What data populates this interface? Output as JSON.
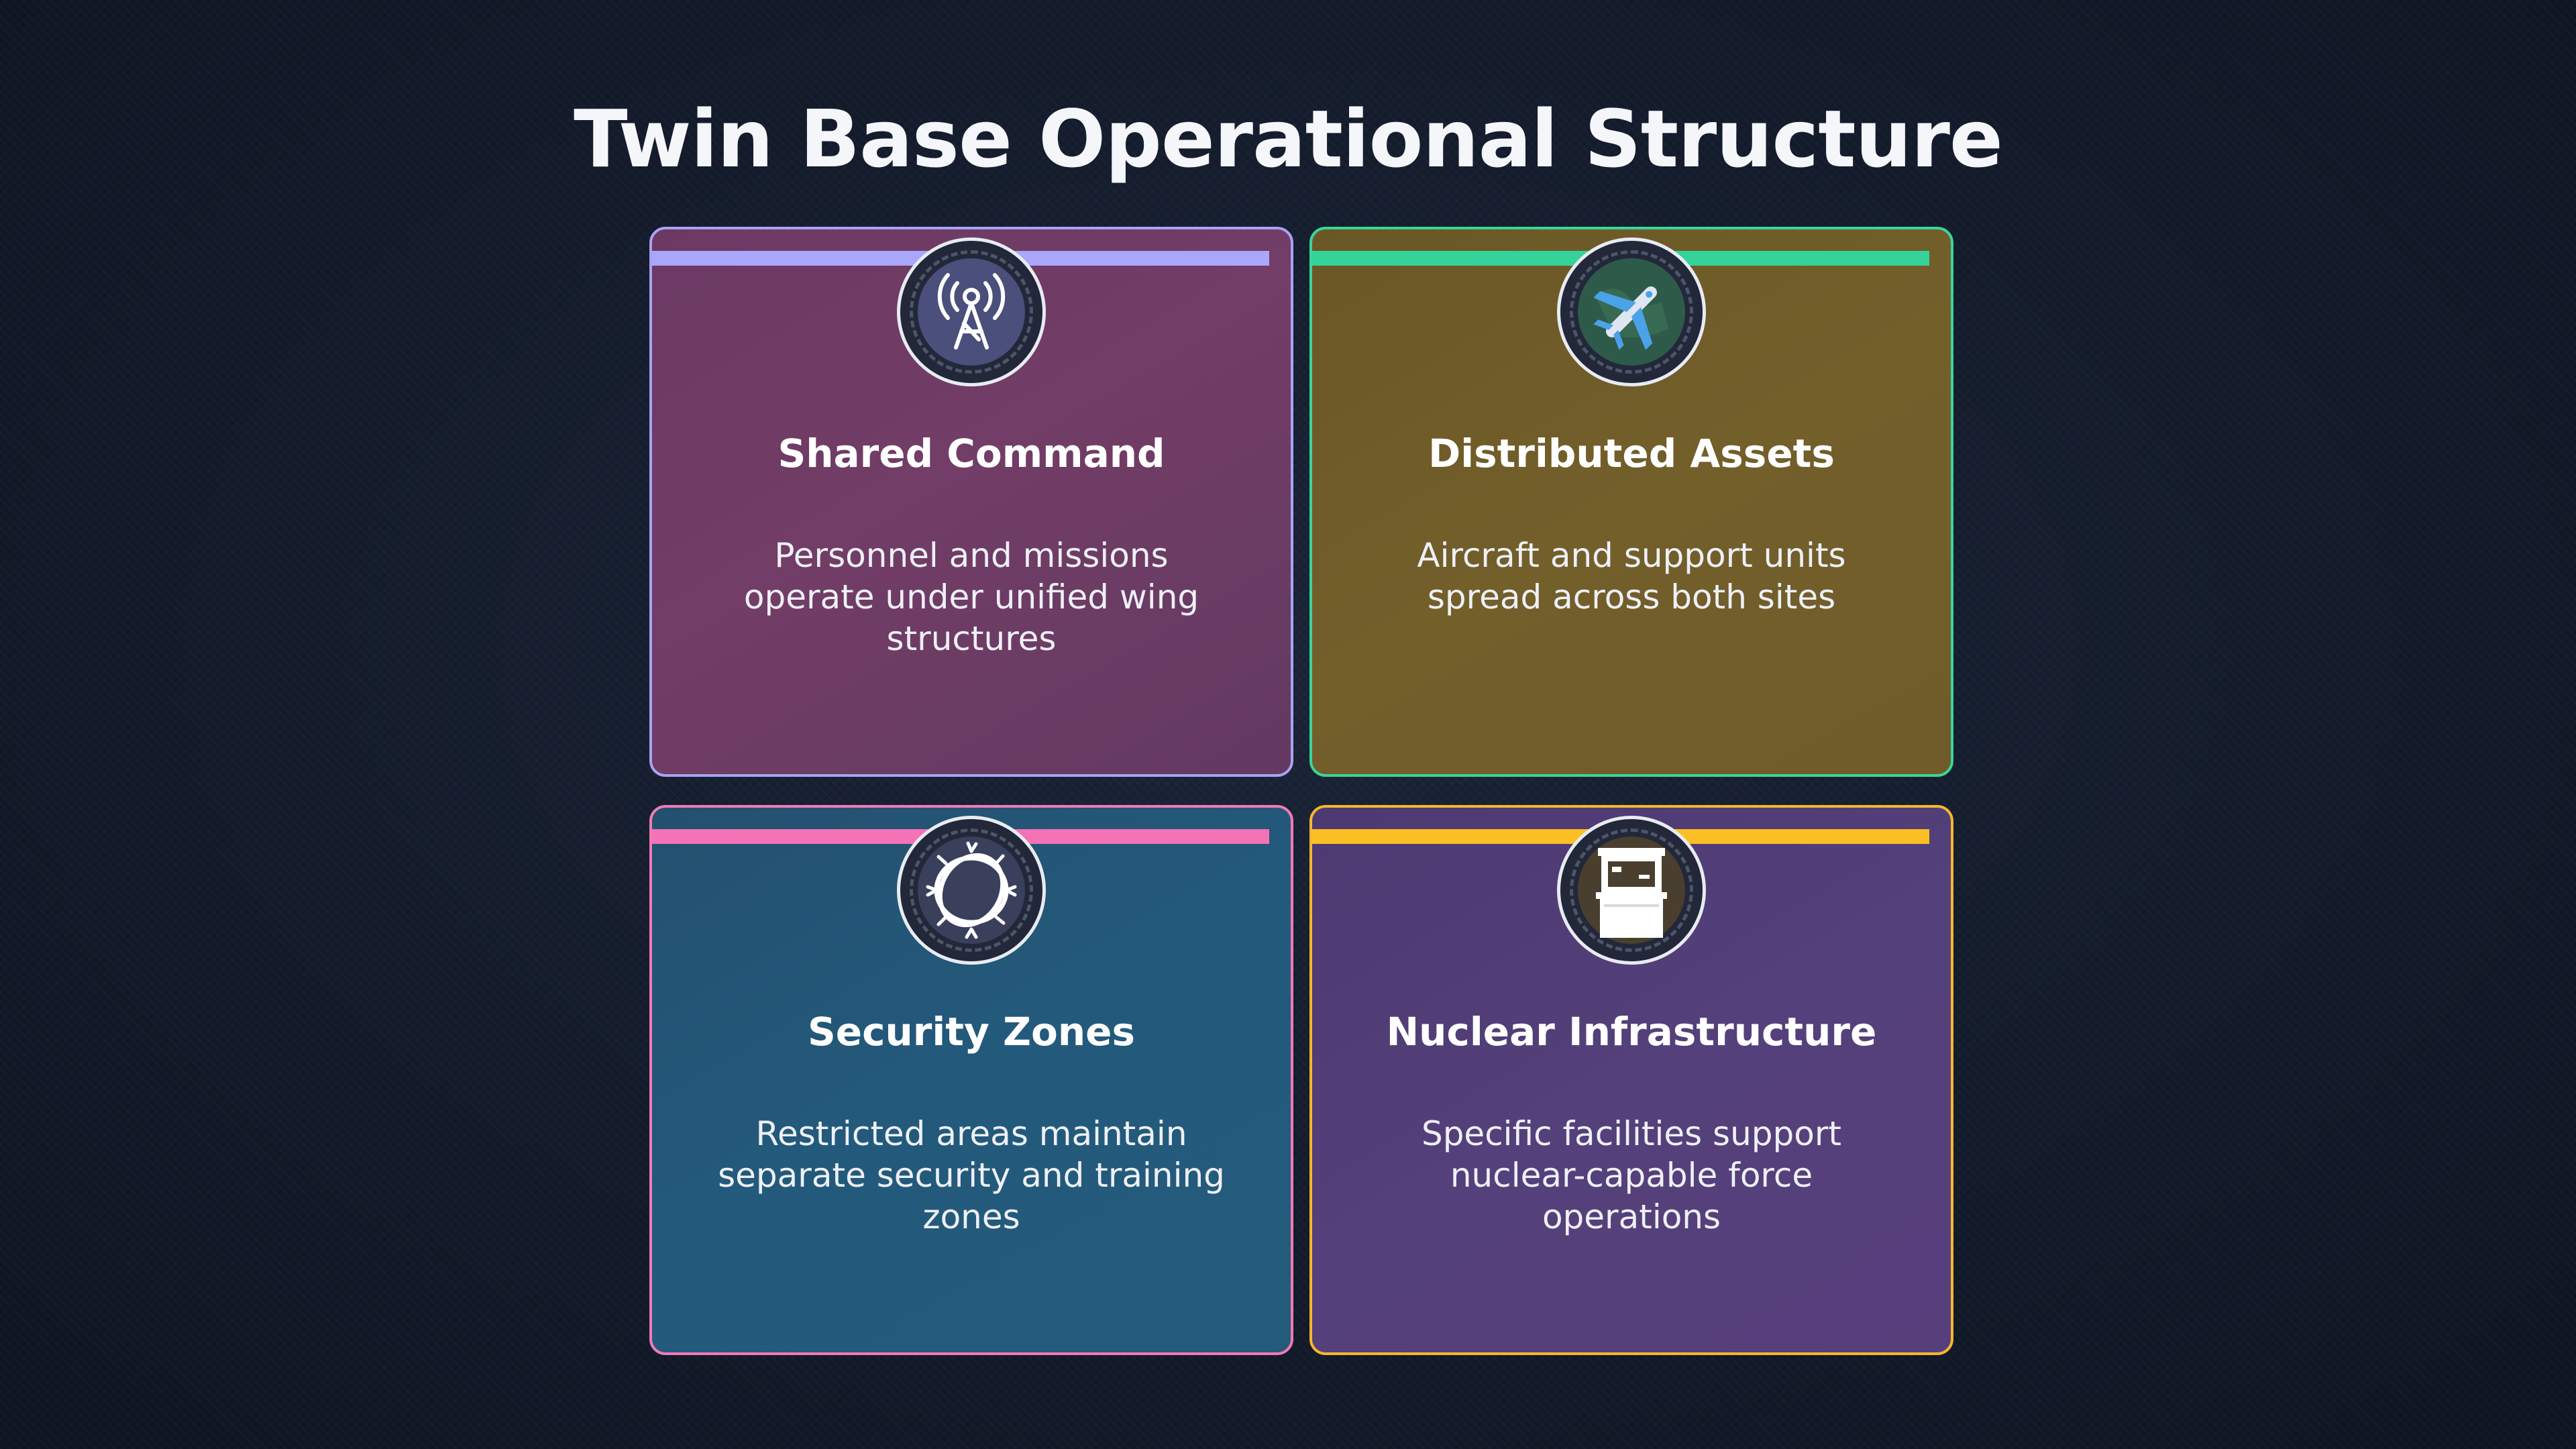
{
  "title": "Twin Base Operational Structure",
  "cards": [
    {
      "heading": "Shared Command",
      "description": "Personnel and missions operate under unified wing structures",
      "icon": "radio-tower-icon",
      "accent": "#aaa6fa"
    },
    {
      "heading": "Distributed Assets",
      "description": "Aircraft and support units spread across both sites",
      "icon": "airplane-globe-icon",
      "accent": "#34d399"
    },
    {
      "heading": "Security Zones",
      "description": "Restricted areas maintain separate security and training zones",
      "icon": "barbed-wire-icon",
      "accent": "#f472b6"
    },
    {
      "heading": "Nuclear Infrastructure",
      "description": "Specific facilities support nuclear-capable force operations",
      "icon": "facility-cabinet-icon",
      "accent": "#fbbf24"
    }
  ]
}
